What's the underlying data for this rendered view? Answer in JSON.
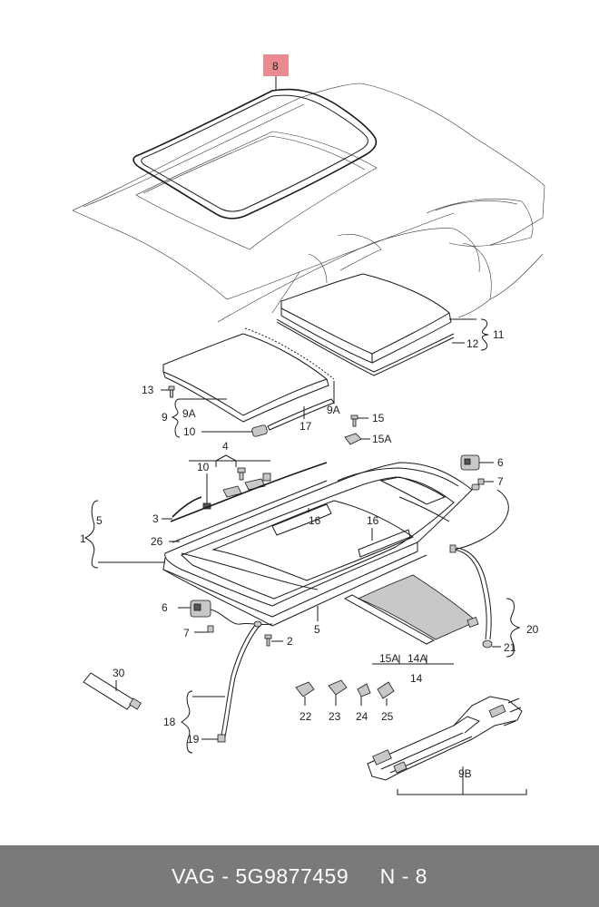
{
  "colors": {
    "highlight": "#e88a8f",
    "footer_bg": "#7a7a7a",
    "footer_text": "#ffffff",
    "line": "#1a1a1a"
  },
  "callouts": {
    "c8": "8",
    "c11": "11",
    "c12": "12",
    "c13": "13",
    "c9": "9",
    "c9A_left": "9A",
    "c9A_right": "9A",
    "c10_upper": "10",
    "c17": "17",
    "c15": "15",
    "c15A_upper": "15A",
    "c4": "4",
    "c10_lower": "10",
    "c6_right": "6",
    "c7_right": "7",
    "c5_left": "5",
    "c1": "1",
    "c3": "3",
    "c16_left": "16",
    "c16_right": "16",
    "c26": "26",
    "c6_left": "6",
    "c7_left": "7",
    "c2": "2",
    "c5_bottom": "5",
    "c15A_lower": "15A",
    "c14A": "14A",
    "c14": "14",
    "c20": "20",
    "c21": "21",
    "c30": "30",
    "c18": "18",
    "c19": "19",
    "c22": "22",
    "c23": "23",
    "c24": "24",
    "c25": "25",
    "c9B": "9B"
  },
  "footer": {
    "brand": "VAG",
    "separator": " - ",
    "part_number": "5G9877459",
    "gap": "     ",
    "page_ref": "N - 8"
  }
}
